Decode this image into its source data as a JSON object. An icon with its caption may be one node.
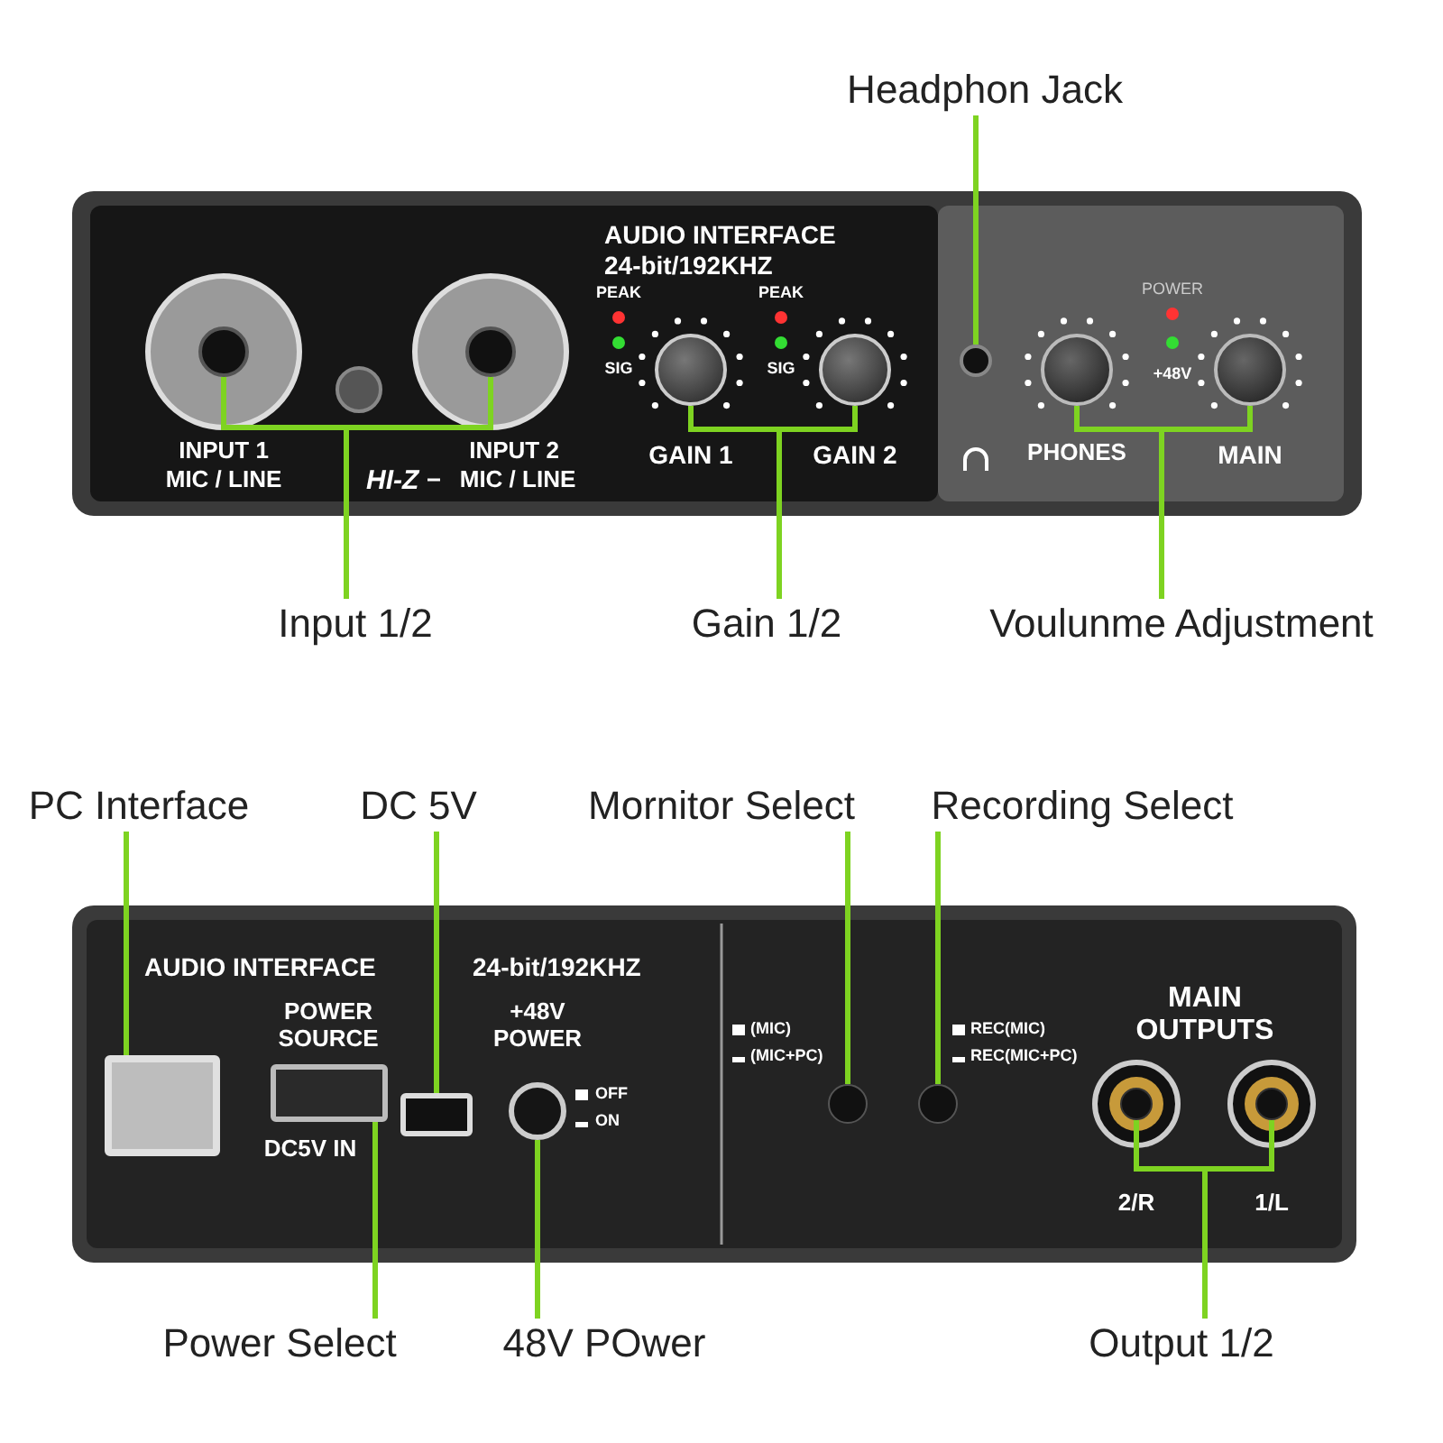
{
  "diagram": {
    "nodes": [
      {
        "text": [
          "Headphon Jack"
        ]
      },
      {
        "text": [],
        "shape": "circle"
      },
      {
        "text": [
          "Input 1/2"
        ]
      },
      {
        "text": [],
        "shape": "circle"
      },
      {
        "text": [],
        "shape": "circle"
      },
      {
        "text": [
          "Gain 1/2"
        ]
      },
      {
        "text": [],
        "shape": "circle"
      },
      {
        "text": [],
        "shape": "circle"
      },
      {
        "text": [
          "Voulunme Adjustment"
        ]
      },
      {
        "text": [],
        "shape": "circle"
      },
      {
        "text": [],
        "shape": "circle"
      },
      {
        "text": [
          "PC Interface"
        ]
      },
      {
        "text": [],
        "shape": "box"
      },
      {
        "text": [
          "DC 5V"
        ]
      },
      {
        "text": [],
        "shape": "box"
      },
      {
        "text": [
          "Mornitor Select"
        ]
      },
      {
        "text": [],
        "shape": "circle"
      },
      {
        "text": [
          "Recording Select"
        ]
      },
      {
        "text": [],
        "shape": "circle"
      },
      {
        "text": [
          "Power Select"
        ]
      },
      {
        "text": [],
        "shape": "box"
      },
      {
        "text": [
          "48V POwer"
        ]
      },
      {
        "text": [],
        "shape": "circle"
      },
      {
        "text": [
          "Output 1/2"
        ]
      },
      {
        "text": [],
        "shape": "circle"
      },
      {
        "text": [],
        "shape": "circle"
      }
    ],
    "edges": [
      {
        "from": 0,
        "to": 1,
        "arrow": "none"
      },
      {
        "from": 2,
        "to": 3,
        "arrow": "none"
      },
      {
        "from": 2,
        "to": 4,
        "arrow": "none"
      },
      {
        "from": 5,
        "to": 6,
        "arrow": "none"
      },
      {
        "from": 5,
        "to": 7,
        "arrow": "none"
      },
      {
        "from": 8,
        "to": 9,
        "arrow": "none"
      },
      {
        "from": 8,
        "to": 10,
        "arrow": "none"
      },
      {
        "from": 11,
        "to": 12,
        "arrow": "none"
      },
      {
        "from": 13,
        "to": 14,
        "arrow": "none"
      },
      {
        "from": 15,
        "to": 16,
        "arrow": "none"
      },
      {
        "from": 17,
        "to": 18,
        "arrow": "none"
      },
      {
        "from": 19,
        "to": 20,
        "arrow": "none"
      },
      {
        "from": 21,
        "to": 22,
        "arrow": "none"
      },
      {
        "from": 23,
        "to": 24,
        "arrow": "none"
      },
      {
        "from": 23,
        "to": 25,
        "arrow": "none"
      }
    ],
    "labels": [
      "AUDIO INTERFACE",
      "24-bit/192KHZ",
      "PEAK",
      "SIG",
      "PEAK",
      "SIG",
      "INPUT 1",
      "MIC / LINE",
      "HI-Z",
      "INPUT 2",
      "MIC / LINE",
      "GAIN 1",
      "GAIN 2",
      "POWER",
      "+48V",
      "PHONES",
      "MAIN",
      "AUDIO INTERFACE",
      "24-bit/192KHZ",
      "POWER SOURCE",
      "DC5V IN",
      "+48V POWER",
      "OFF",
      "ON",
      "(MIC)",
      "(MIC+PC)",
      "REC(MIC)",
      "REC(MIC+PC)",
      "MAIN OUTPUTS",
      "2/R",
      "1/L"
    ]
  }
}
